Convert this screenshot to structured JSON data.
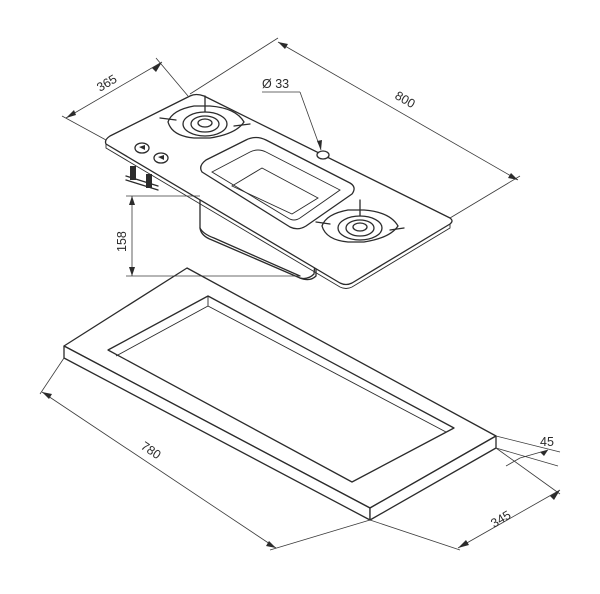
{
  "dimensions": {
    "top_depth": "365",
    "top_length": "800",
    "hole_diameter": "Ø 33",
    "sink_height": "158",
    "frame_length": "780",
    "frame_height": "45",
    "frame_depth": "345"
  }
}
